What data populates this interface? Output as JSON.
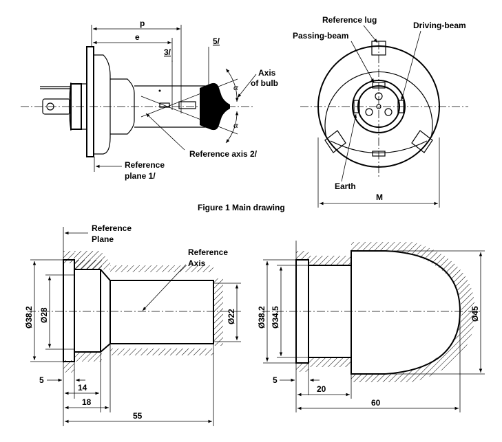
{
  "figure1": {
    "caption": "Figure 1 Main drawing",
    "side_view": {
      "p_label": "p",
      "e_label": "e",
      "note3": "3/",
      "note5": "5/",
      "axis_of_bulb": [
        "Axis",
        "of bulb"
      ],
      "alpha": "α",
      "reference_axis": "Reference axis 2/",
      "reference_plane": [
        "Reference",
        "plane 1/"
      ]
    },
    "front_view": {
      "reference_lug": "Reference lug",
      "passing_beam": "Passing-beam",
      "driving_beam": "Driving-beam",
      "earth": "Earth",
      "m_label": "M"
    }
  },
  "bottom_left": {
    "reference_plane": [
      "Reference",
      "Plane"
    ],
    "reference_axis": [
      "Reference",
      "Axis"
    ],
    "dims": {
      "d38": "Ø38.2",
      "d28": "Ø28",
      "d22": "Ø22",
      "d5": "5",
      "d14": "14",
      "d18": "18",
      "d55": "55"
    }
  },
  "bottom_right": {
    "dims": {
      "d38": "Ø38.2",
      "d345": "Ø34.5",
      "d45": "Ø45",
      "d5": "5",
      "d20": "20",
      "d60": "60"
    }
  }
}
